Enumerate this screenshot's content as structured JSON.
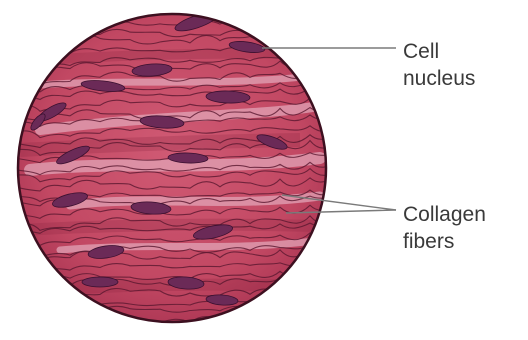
{
  "labels": {
    "cell_nucleus": [
      "Cell",
      "nucleus"
    ],
    "collagen_fibers": [
      "Collagen",
      "fibers"
    ]
  },
  "colors": {
    "tissue_base": "#c24863",
    "tissue_dark": "#8c2440",
    "tissue_light": "#e2a4b7",
    "fiber_line": "#5a1830",
    "nucleus": "#6b2a57",
    "outline": "#3d1020",
    "leader_line": "#7a7a7a",
    "label_text": "#3a3a3a"
  }
}
